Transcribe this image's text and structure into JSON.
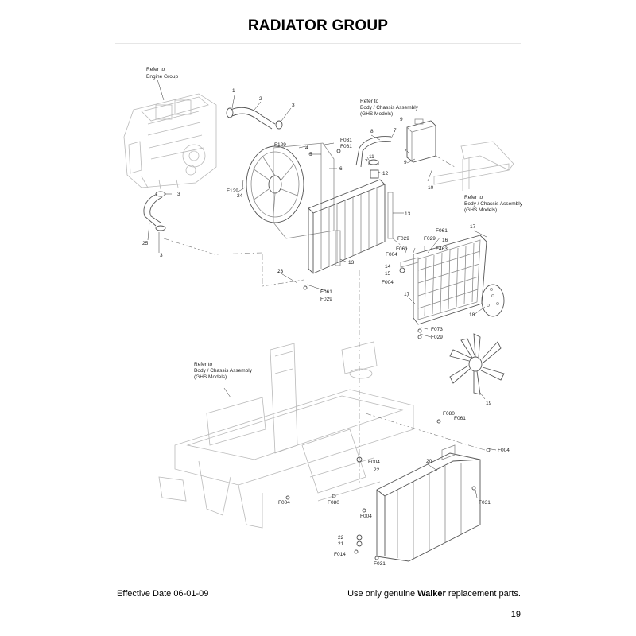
{
  "title": "RADIATOR GROUP",
  "footer": {
    "effective_date": "Effective Date 06-01-09",
    "note_prefix": "Use only genuine",
    "note_brand": "Walker",
    "note_suffix": "replacement parts."
  },
  "page_number": "19",
  "references": {
    "engine": [
      "Refer to",
      "Engine Group"
    ],
    "body_upper": [
      "Refer to",
      "Body / Chassis Assembly",
      "(GHS Models)"
    ],
    "body_right": [
      "Refer to",
      "Body / Chassis Assembly",
      "(GHS Models)"
    ],
    "body_lower": [
      "Refer to",
      "Body / Chassis Assembly",
      "(GHS Models)"
    ]
  },
  "callouts": {
    "c1": "1",
    "c2": "2",
    "c3a": "3",
    "c3b": "3",
    "c3c": "3",
    "c4": "4",
    "c5": "5",
    "c6": "6",
    "c7a": "7",
    "c7b": "7",
    "c8": "8",
    "c9a": "9",
    "c9b": "9",
    "c10": "10",
    "c11": "11",
    "c12": "12",
    "c13a": "13",
    "c13b": "13",
    "c14": "14",
    "c15": "15",
    "c16": "16",
    "c17a": "17",
    "c17b": "17",
    "c18": "18",
    "c19": "19",
    "c20": "20",
    "c21": "21",
    "c22a": "22",
    "c22b": "22",
    "c23": "23",
    "c24": "24",
    "c25": "25",
    "f129a": "F129",
    "f129b": "F129",
    "f031a": "F031",
    "f031b": "F031",
    "f031c": "F031",
    "f061a": "F061",
    "f061b": "F061",
    "f061c": "F061",
    "f061d": "F061",
    "f061e": "F061",
    "f029a": "F029",
    "f029b": "F029",
    "f029c": "F029",
    "f029d": "F029",
    "f004a": "F004",
    "f004b": "F004",
    "f004c": "F004",
    "f004d": "F004",
    "f004e": "F004",
    "f004f": "F004",
    "f463": "F463",
    "f073": "F073",
    "f080a": "F080",
    "f080b": "F080",
    "f014": "F014"
  }
}
